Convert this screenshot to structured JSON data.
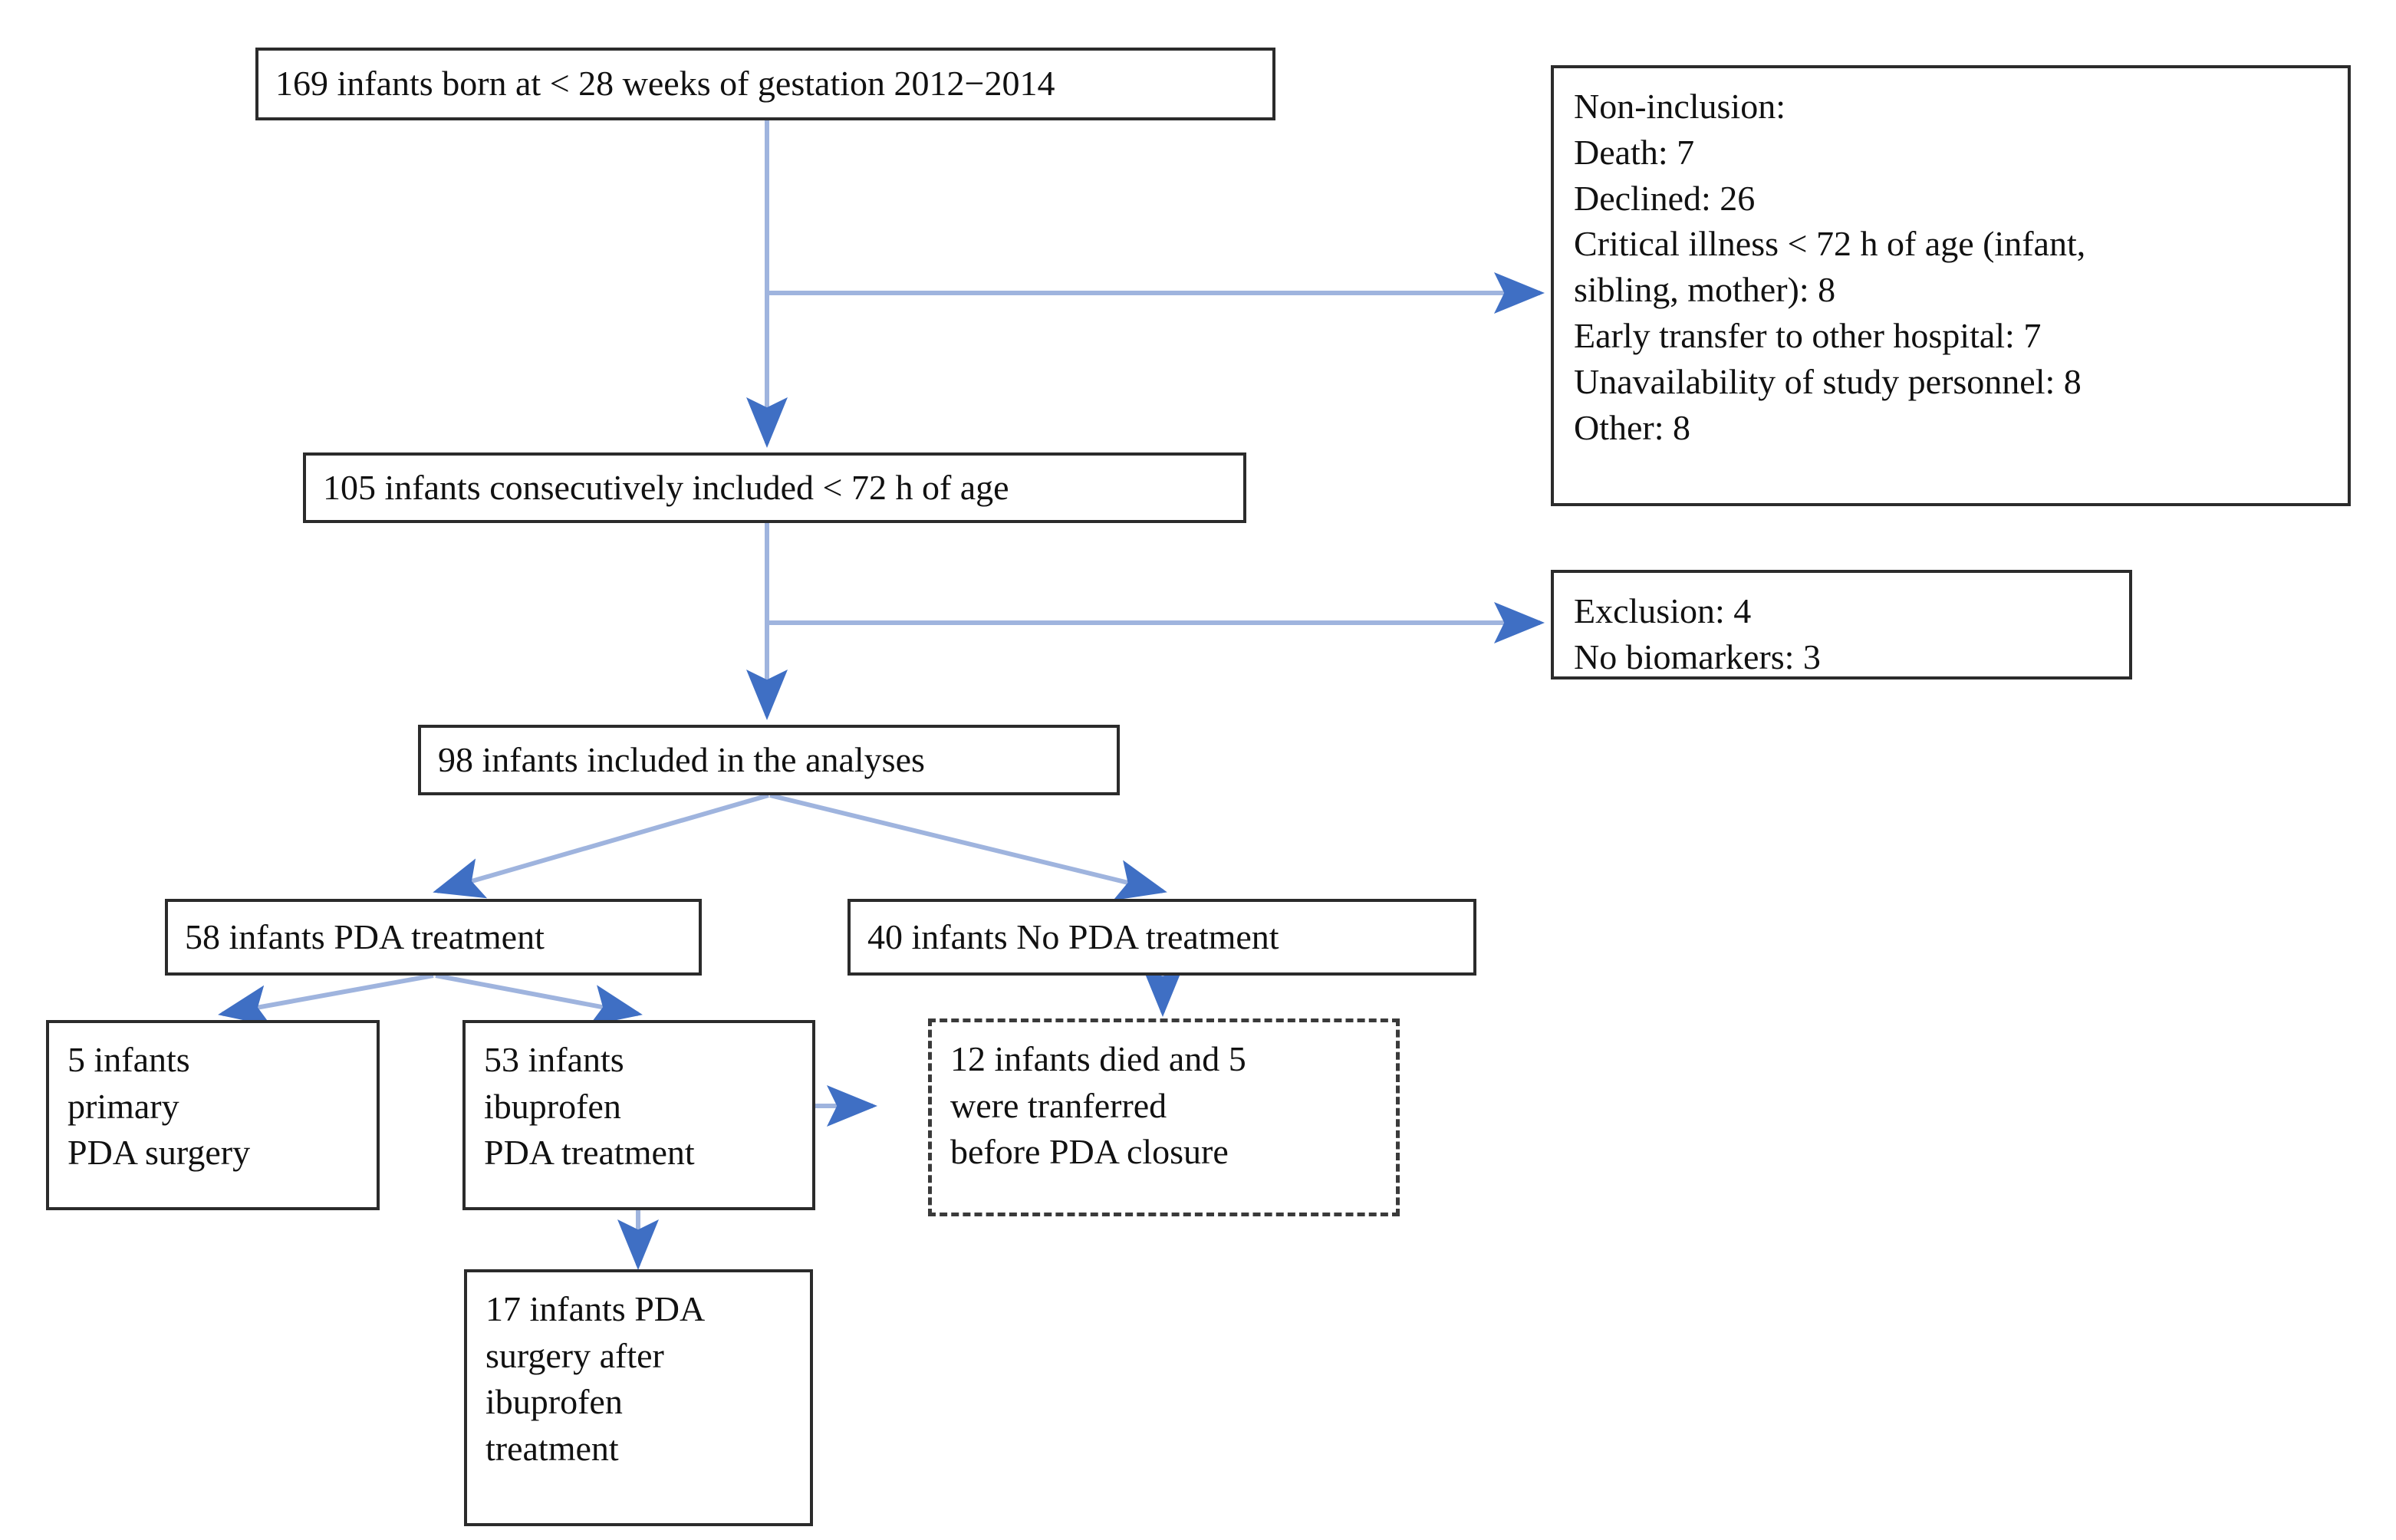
{
  "figure": {
    "type": "flowchart",
    "subject": "Patient inclusion / PDA treatment flow diagram",
    "background_color": "#ffffff",
    "box_border_color": "#2b2b2b",
    "dashed_border_color": "#3a3a3a",
    "connector_line_color": "#9fb4de",
    "arrowhead_color": "#3f6fc4",
    "text_color": "#111111"
  },
  "nodes": {
    "cohort_total": {
      "id": "cohort-total",
      "text": "169 infants born at < 28 weeks of gestation 2012−2014",
      "style": "solid"
    },
    "non_inclusion": {
      "id": "non-inclusion",
      "title": "Non-inclusion:",
      "text": "Non-inclusion:\nDeath: 7\nDeclined: 26\nCritical illness < 72 h of age (infant,\nsibling, mother): 8\nEarly transfer to other hospital: 7\nUnavailability of study personnel: 8\nOther: 8",
      "style": "solid",
      "items": [
        {
          "label": "Death",
          "value": 7
        },
        {
          "label": "Declined",
          "value": 26
        },
        {
          "label": "Critical illness < 72 h of age (infant, sibling, mother)",
          "value": 8
        },
        {
          "label": "Early transfer to other hospital",
          "value": 7
        },
        {
          "label": "Unavailability of study personnel",
          "value": 8
        },
        {
          "label": "Other",
          "value": 8
        }
      ]
    },
    "included_105": {
      "id": "included-105",
      "text": "105 infants consecutively included < 72 h of age",
      "style": "solid"
    },
    "exclusion": {
      "id": "exclusion",
      "text": "Exclusion: 4\nNo biomarkers: 3",
      "style": "solid",
      "items": [
        {
          "label": "Exclusion",
          "value": 4
        },
        {
          "label": "No biomarkers",
          "value": 3
        }
      ]
    },
    "analysed_98": {
      "id": "analysed-98",
      "text": "98 infants included in the analyses",
      "style": "solid"
    },
    "pda_treatment_58": {
      "id": "pda-treatment-58",
      "text": "58 infants PDA treatment",
      "style": "solid"
    },
    "no_pda_treatment_40": {
      "id": "no-pda-treatment-40",
      "text": "40 infants No PDA treatment",
      "style": "solid"
    },
    "primary_surgery_5": {
      "id": "primary-surgery-5",
      "text": "5 infants\nprimary\nPDA surgery",
      "style": "solid"
    },
    "ibuprofen_53": {
      "id": "ibuprofen-53",
      "text": "53 infants\nibuprofen\nPDA treatment",
      "style": "solid"
    },
    "died_transferred_12_5": {
      "id": "died-transferred",
      "text": "12 infants died and 5\nwere tranferred\nbefore PDA closure",
      "style": "dashed"
    },
    "surgery_after_ibuprofen_17": {
      "id": "surgery-after-ibuprofen-17",
      "text": "17 infants PDA\nsurgery after\nibuprofen\ntreatment",
      "style": "solid"
    }
  },
  "edges": [
    {
      "from": "cohort-total",
      "to": "non-inclusion",
      "kind": "elbow-right-arrow"
    },
    {
      "from": "cohort-total",
      "to": "included-105",
      "kind": "vertical-arrow"
    },
    {
      "from": "included-105",
      "to": "exclusion",
      "kind": "elbow-right-arrow"
    },
    {
      "from": "included-105",
      "to": "analysed-98",
      "kind": "vertical-arrow"
    },
    {
      "from": "analysed-98",
      "to": "pda-treatment-58",
      "kind": "diagonal-arrow"
    },
    {
      "from": "analysed-98",
      "to": "no-pda-treatment-40",
      "kind": "diagonal-arrow"
    },
    {
      "from": "pda-treatment-58",
      "to": "primary-surgery-5",
      "kind": "diagonal-arrow"
    },
    {
      "from": "pda-treatment-58",
      "to": "ibuprofen-53",
      "kind": "diagonal-arrow"
    },
    {
      "from": "no-pda-treatment-40",
      "to": "died-transferred",
      "kind": "vertical-arrow"
    },
    {
      "from": "ibuprofen-53",
      "to": "died-transferred",
      "kind": "horizontal-arrow"
    },
    {
      "from": "ibuprofen-53",
      "to": "surgery-after-ibuprofen-17",
      "kind": "vertical-arrow"
    }
  ]
}
